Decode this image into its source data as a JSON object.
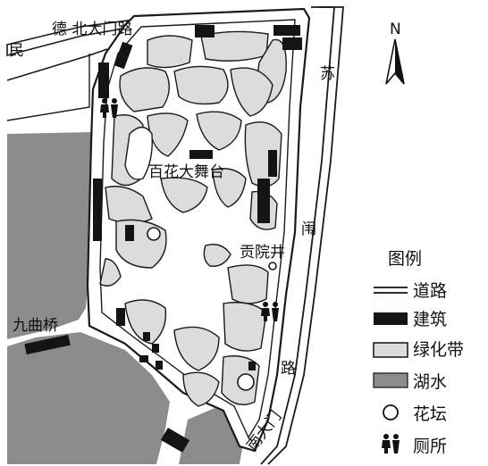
{
  "labels": {
    "road_north": "德 北大门路",
    "road_min": "民",
    "road_su": "苏",
    "road_wei": "闱",
    "road_lu": "路",
    "stage": "百花大舞台",
    "well": "贡院井",
    "bridge": "九曲桥",
    "south_gate": "南大门"
  },
  "north_arrow": {
    "letter": "N"
  },
  "legend": {
    "title": "图例",
    "items": [
      {
        "key": "road",
        "label": "道路"
      },
      {
        "key": "building",
        "label": "建筑"
      },
      {
        "key": "green",
        "label": "绿化带"
      },
      {
        "key": "lake",
        "label": "湖水"
      },
      {
        "key": "flowerbed",
        "label": "花坛"
      },
      {
        "key": "toilet",
        "label": "厕所"
      }
    ]
  },
  "colors": {
    "lake": "#8c8c8c",
    "green": "#dcdcdc",
    "building": "#141414",
    "road": "#ffffff",
    "outline": "#1a1a1a"
  }
}
